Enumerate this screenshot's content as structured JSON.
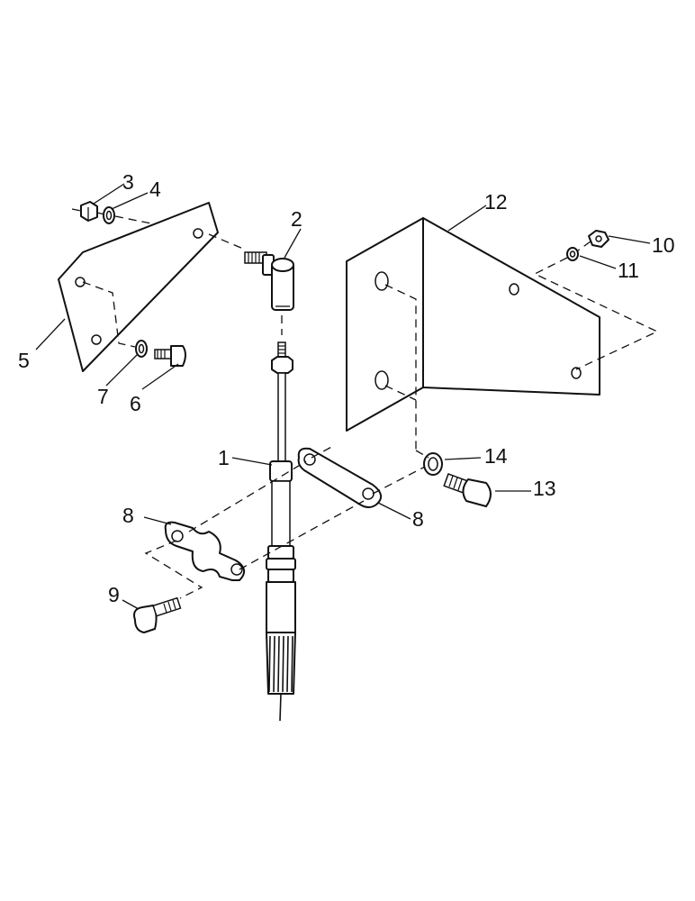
{
  "labels": {
    "l1": "1",
    "l2": "2",
    "l3": "3",
    "l4": "4",
    "l5": "5",
    "l6": "6",
    "l7": "7",
    "l8a": "8",
    "l8b": "8",
    "l9": "9",
    "l10": "10",
    "l11": "11",
    "l12": "12",
    "l13": "13",
    "l14": "14"
  }
}
